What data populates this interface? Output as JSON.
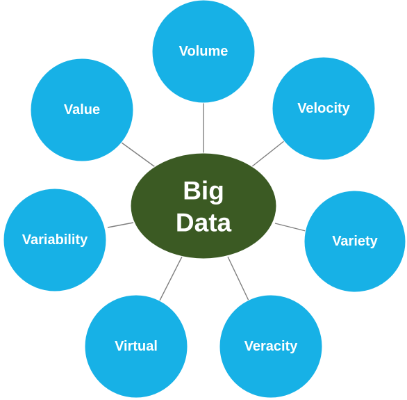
{
  "colors": {
    "node_fill": "#17b1e6",
    "center_fill": "#3b5a23",
    "connector": "#7f7f7f",
    "text": "#ffffff"
  },
  "center": {
    "line1": "Big",
    "line2": "Data"
  },
  "nodes": [
    {
      "label": "Volume"
    },
    {
      "label": "Velocity"
    },
    {
      "label": "Variety"
    },
    {
      "label": "Veracity"
    },
    {
      "label": "Virtual"
    },
    {
      "label": "Variability"
    },
    {
      "label": "Value"
    }
  ]
}
